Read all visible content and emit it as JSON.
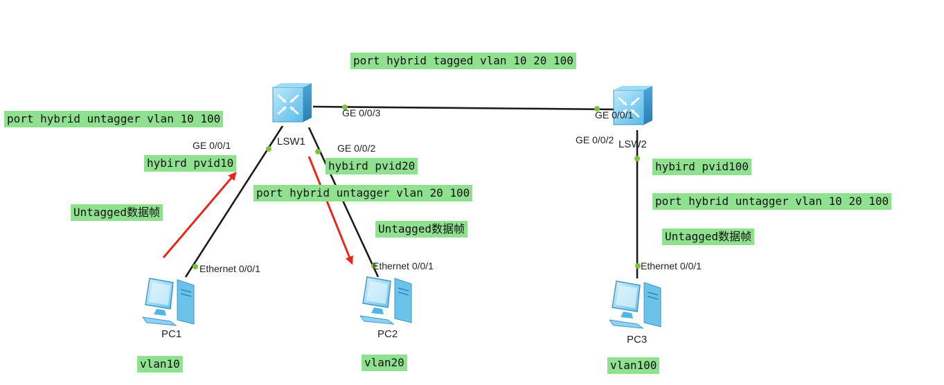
{
  "devices": {
    "lsw1": "LSW1",
    "lsw2": "LSW2",
    "pc1": "PC1",
    "pc2": "PC2",
    "pc3": "PC3"
  },
  "ports": {
    "lsw1_ge003": "GE 0/0/3",
    "lsw1_ge001": "GE 0/0/1",
    "lsw1_ge002": "GE 0/0/2",
    "lsw2_ge001": "GE 0/0/1",
    "lsw2_ge002": "GE 0/0/2",
    "pc1_eth": "Ethernet 0/0/1",
    "pc2_eth": "Ethernet 0/0/1",
    "pc3_eth": "Ethernet 0/0/1"
  },
  "notes": {
    "trunk_tagged": "port hybrid tagged vlan 10 20 100",
    "lsw1_g1_untagged": "port hybrid untagger vlan 10 100",
    "lsw1_g1_pvid": "hybird pvid10",
    "lsw1_g2_pvid": "hybird pvid20",
    "lsw1_g2_untagged": "port hybrid untagger vlan 20 100",
    "lsw2_g2_pvid": "hybird pvid100",
    "lsw2_g2_untagged": "port hybrid untagger vlan 10 20 100",
    "frame_pc1": "Untagged数据帧",
    "frame_pc2": "Untagged数据帧",
    "frame_pc3": "Untagged数据帧",
    "vlan_pc1": "vlan10",
    "vlan_pc2": "vlan20",
    "vlan_pc3": "vlan100"
  },
  "colors": {
    "note_bg": "#8fe08f",
    "link": "#1a1a1a",
    "port_dot": "#7dc242",
    "arrow": "#e8261a",
    "device_blue": "#4fb7e8"
  },
  "icons": {
    "switch": "switch-icon",
    "pc": "pc-icon"
  }
}
